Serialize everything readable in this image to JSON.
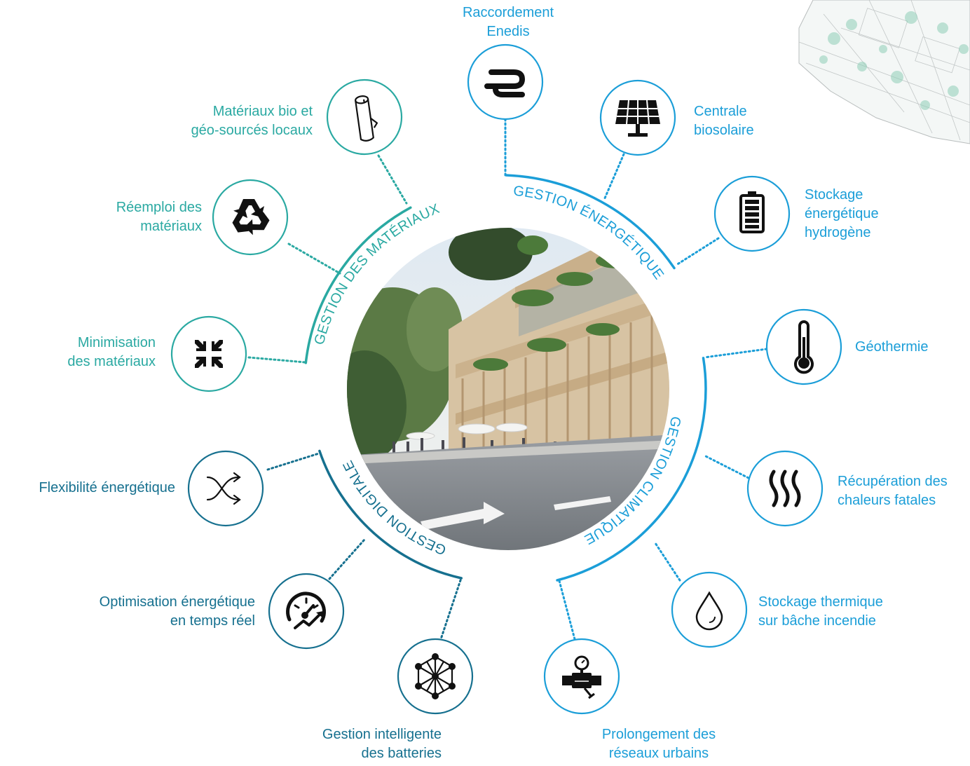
{
  "colors": {
    "materiaux": "#2aa9a2",
    "energetique": "#1b9ed8",
    "climatique": "#1b9ed8",
    "digitale": "#16708f"
  },
  "arcs": {
    "materiaux": "GESTION DES MATÉRIAUX",
    "energetique": "GESTION ÉNERGÉTIQUE",
    "climatique": "GESTION CLIMATIQUE",
    "digitale": "GESTION DIGITALE"
  },
  "items": {
    "raccordement": {
      "label": "Raccordement\nEnedis",
      "icon": "enedis-logo-icon"
    },
    "centrale": {
      "label": "Centrale\nbiosolaire",
      "icon": "solar-panel-icon"
    },
    "stockage_h2": {
      "label": "Stockage\nénergétique\nhydrogène",
      "icon": "battery-icon"
    },
    "geothermie": {
      "label": "Géothermie",
      "icon": "thermometer-icon"
    },
    "recuperation": {
      "label": "Récupération des\nchaleurs fatales",
      "icon": "heat-waves-icon"
    },
    "stockage_thermique": {
      "label": "Stockage thermique\nsur bâche incendie",
      "icon": "water-drop-icon"
    },
    "prolongement": {
      "label": "Prolongement des\nréseaux urbains",
      "icon": "pipe-gauge-icon"
    },
    "gestion_batteries": {
      "label": "Gestion intelligente\ndes batteries",
      "icon": "network-graph-icon"
    },
    "optimisation": {
      "label": "Optimisation énergétique\nen temps réel",
      "icon": "speedometer-icon"
    },
    "flexibilite": {
      "label": "Flexibilité énergétique",
      "icon": "shuffle-icon"
    },
    "minimisation": {
      "label": "Minimisation\ndes matériaux",
      "icon": "compress-arrows-icon"
    },
    "reemploi": {
      "label": "Réemploi des\nmatériaux",
      "icon": "recycle-icon"
    },
    "bio": {
      "label": "Matériaux bio et\ngéo-sourcés locaux",
      "icon": "wood-log-icon"
    }
  },
  "photo": {
    "icon": "building-photo"
  },
  "corner_map": {
    "icon": "site-plan-map"
  }
}
